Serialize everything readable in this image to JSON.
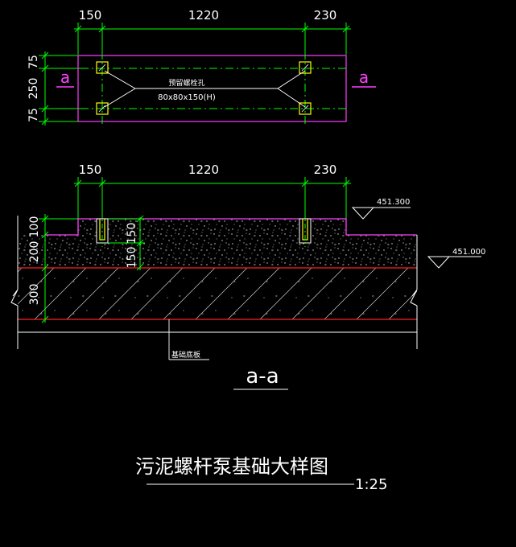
{
  "plan": {
    "dims_top": [
      "150",
      "1220",
      "230"
    ],
    "dims_left": [
      "75",
      "250",
      "75"
    ],
    "section_mark_left": "a",
    "section_mark_right": "a",
    "hole_label": "预留螺栓孔",
    "hole_size": "80x80x150(H)"
  },
  "section": {
    "dims_top": [
      "150",
      "1220",
      "230"
    ],
    "dims_left": [
      "100",
      "200",
      "300"
    ],
    "bolt_depth": [
      "150",
      "150"
    ],
    "elev_top": "451.300",
    "elev_ground": "451.000",
    "base_label": "基础底板",
    "name": "a-a"
  },
  "drawing": {
    "title": "污泥螺杆泵基础大样图",
    "scale": "1:25"
  },
  "colors": {
    "background": "#000000",
    "outline": "#ff40ff",
    "dimension": "#00ff00",
    "centerline": "#00ff00",
    "bolt": "#ffff00",
    "red_line": "#ff2020",
    "text": "#ffffff"
  }
}
